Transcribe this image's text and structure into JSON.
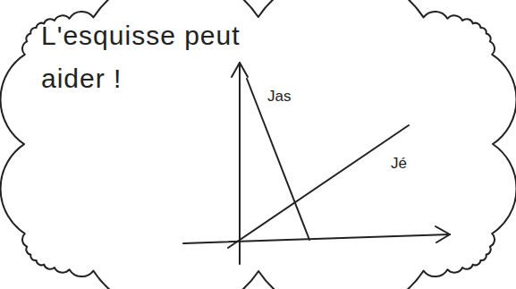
{
  "diagram": {
    "nodes": [
      {
        "text": [
          "L'esquisse peut aider !"
        ]
      }
    ],
    "labels": [
      "Jas",
      "Jé"
    ]
  }
}
